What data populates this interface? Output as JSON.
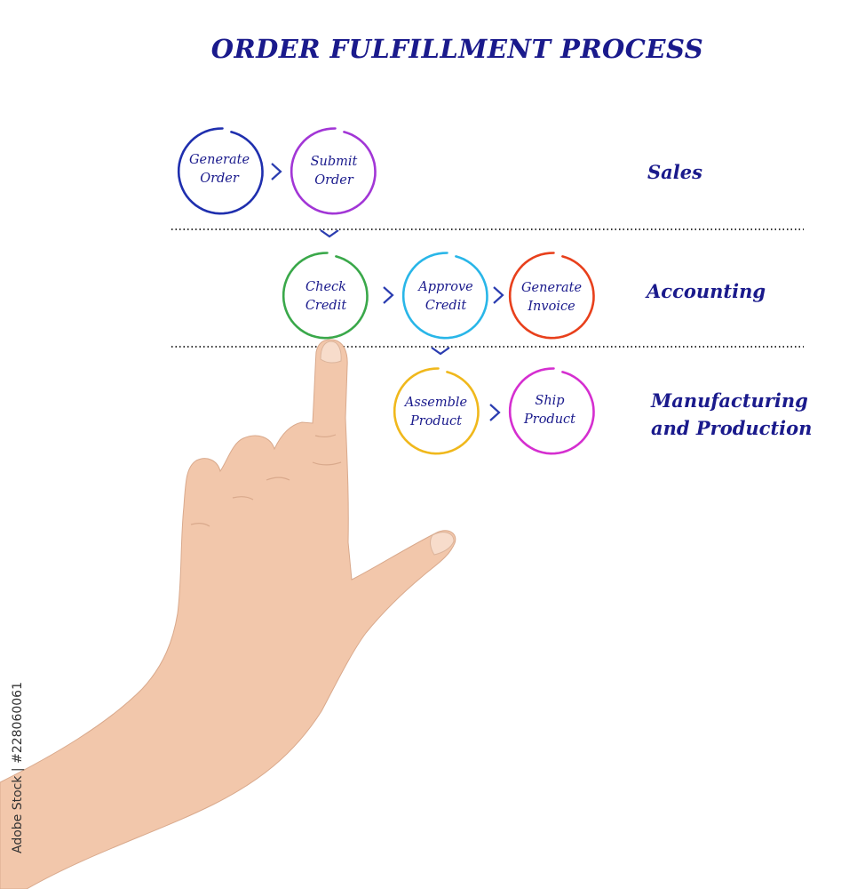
{
  "title": "ORDER FULFILLMENT PROCESS",
  "departments": {
    "sales": "Sales",
    "accounting": "Accounting",
    "manufacturing_line1": "Manufacturing",
    "manufacturing_line2": "and Production"
  },
  "nodes": {
    "generate_order": {
      "line1": "Generate",
      "line2": "Order",
      "color": "#1f2fae"
    },
    "submit_order": {
      "line1": "Submit",
      "line2": "Order",
      "color": "#a236d6"
    },
    "check_credit": {
      "line1": "Check",
      "line2": "Credit",
      "color": "#3aa84a"
    },
    "approve_credit": {
      "line1": "Approve",
      "line2": "Credit",
      "color": "#29b6e8"
    },
    "generate_invoice": {
      "line1": "Generate",
      "line2": "Invoice",
      "color": "#e8401c"
    },
    "assemble_product": {
      "line1": "Assemble",
      "line2": "Product",
      "color": "#f0b81c"
    },
    "ship_product": {
      "line1": "Ship",
      "line2": "Product",
      "color": "#d52fd0"
    }
  },
  "colors": {
    "text": "#1a1a8c",
    "arrow": "#2a3cb0",
    "divider": "#333333"
  },
  "stock_id": "Adobe Stock | #228060061"
}
